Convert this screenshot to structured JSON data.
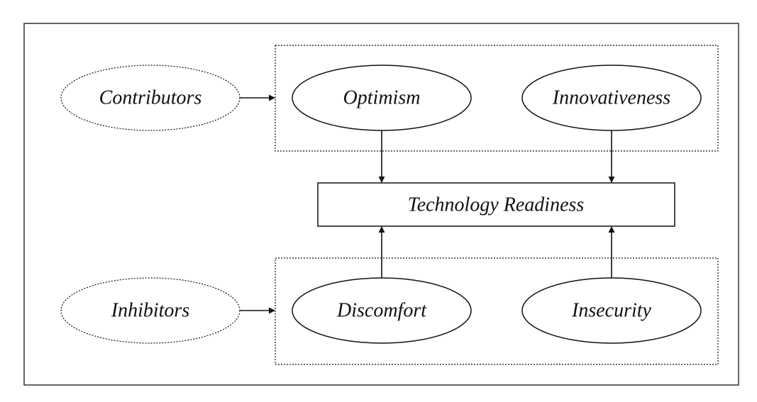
{
  "nodes": {
    "contributors": "Contributors",
    "inhibitors": "Inhibitors",
    "optimism": "Optimism",
    "innovativeness": "Innovativeness",
    "technology_readiness": "Technology Readiness",
    "discomfort": "Discomfort",
    "insecurity": "Insecurity"
  }
}
